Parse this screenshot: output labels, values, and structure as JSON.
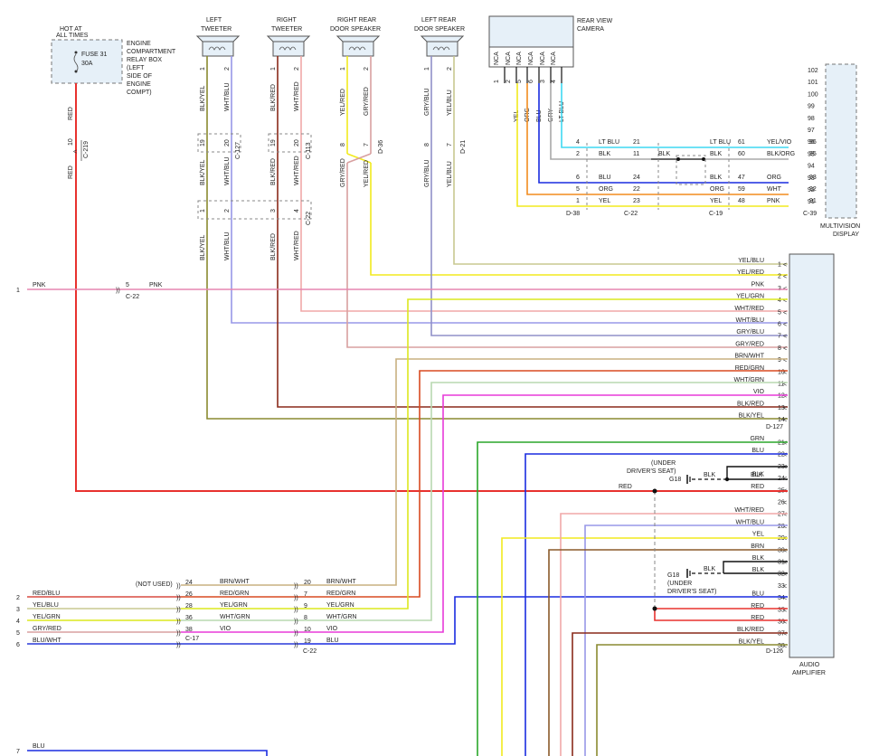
{
  "title": "",
  "components": {
    "relay_box": {
      "hot": "HOT AT ALL TIMES",
      "fuse": "FUSE 31",
      "amps": "30A",
      "name": "ENGINE COMPARTMENT RELAY BOX (LEFT SIDE OF ENGINE COMPT)"
    },
    "left_tweeter": "LEFT TWEETER",
    "right_tweeter": "RIGHT TWEETER",
    "rr_speaker": "RIGHT REAR DOOR SPEAKER",
    "lr_speaker": "LEFT REAR DOOR SPEAKER",
    "camera": "REAR VIEW CAMERA",
    "display": "MULTIVISION DISPLAY",
    "amplifier": "AUDIO AMPLIFIER",
    "ground_top": {
      "id": "G18",
      "note": "(UNDER DRIVER'S SEAT)"
    },
    "ground_bottom": {
      "id": "G18",
      "note": "(UNDER DRIVER'S SEAT)"
    },
    "not_used": "(NOT USED)"
  },
  "connectors": [
    "C-219",
    "C-127",
    "C-113",
    "D-36",
    "D-21",
    "C-22",
    "D-38",
    "C-19",
    "C-39",
    "D-127",
    "D-126",
    "C-17"
  ],
  "relay_wire": {
    "pin": "10",
    "top_color": "RED",
    "bottom_color": "RED"
  },
  "speakers": [
    {
      "id": "lt",
      "a_color": "BLK/YEL",
      "b_color": "WHT/BLU",
      "pins_top": [
        "1",
        "2"
      ],
      "pins_mid": [
        "19",
        "20"
      ],
      "pins_low": [
        "1",
        "2"
      ]
    },
    {
      "id": "rt",
      "a_color": "BLK/RED",
      "b_color": "WHT/RED",
      "pins_top": [
        "1",
        "2"
      ],
      "pins_mid": [
        "19",
        "20"
      ],
      "pins_low": [
        "3",
        "4"
      ]
    },
    {
      "id": "rr",
      "a_color": "YEL/RED",
      "b_color": "GRY/RED",
      "pins_top": [
        "1",
        "2"
      ],
      "pins_mid": [
        "8",
        "7"
      ],
      "mid_colors": [
        "GRY/RED",
        "YEL/RED"
      ]
    },
    {
      "id": "lr",
      "a_color": "GRY/BLU",
      "b_color": "YEL/BLU",
      "pins_top": [
        "1",
        "2"
      ],
      "pins_mid": [
        "8",
        "7"
      ]
    }
  ],
  "camera_pins": [
    {
      "label": "NCA",
      "pin": "1",
      "color": ""
    },
    {
      "label": "NCA",
      "pin": "2",
      "color": "YEL"
    },
    {
      "label": "NCA",
      "pin": "5",
      "color": "ORG"
    },
    {
      "label": "NCA",
      "pin": "6",
      "color": "BLU"
    },
    {
      "label": "NCA",
      "pin": "3",
      "color": "GRY"
    },
    {
      "label": "NCA",
      "pin": "4",
      "color": "LT BLU"
    }
  ],
  "camera_rows": [
    {
      "p1": "4",
      "c1": "LT BLU",
      "p2": "21",
      "c2": "LT BLU",
      "p3": "61",
      "c3": "YEL/VIO",
      "p4": "96"
    },
    {
      "p1": "2",
      "c1": "BLK",
      "p2": "11",
      "c2": "BLK",
      "c2b": "BLK",
      "p3": "60",
      "c3": "BLK/ORG",
      "p4": "95"
    },
    {
      "p1": "6",
      "c1": "BLU",
      "p2": "24",
      "c2": "BLK",
      "p3": "47",
      "c3": "ORG",
      "p4": "93"
    },
    {
      "p1": "5",
      "c1": "ORG",
      "p2": "22",
      "c2": "ORG",
      "p3": "59",
      "c3": "WHT",
      "p4": "92"
    },
    {
      "p1": "1",
      "c1": "YEL",
      "p2": "23",
      "c2": "YEL",
      "p3": "48",
      "c3": "PNK",
      "p4": "91"
    }
  ],
  "display_pins": [
    "102",
    "101",
    "100",
    "99",
    "98",
    "97",
    "96",
    "95",
    "94",
    "93",
    "92",
    "91"
  ],
  "left_pnk": {
    "num": "1",
    "c1": "PNK",
    "pin": "5",
    "c2": "PNK",
    "conn": "C-22"
  },
  "amp_pins": [
    {
      "pin": "1",
      "color": "YEL/BLU"
    },
    {
      "pin": "2",
      "color": "YEL/RED"
    },
    {
      "pin": "3",
      "color": "PNK"
    },
    {
      "pin": "4",
      "color": "YEL/GRN"
    },
    {
      "pin": "5",
      "color": "WHT/RED"
    },
    {
      "pin": "6",
      "color": "WHT/BLU"
    },
    {
      "pin": "7",
      "color": "GRY/BLU"
    },
    {
      "pin": "8",
      "color": "GRY/RED"
    },
    {
      "pin": "9",
      "color": "BRN/WHT"
    },
    {
      "pin": "10",
      "color": "RED/GRN"
    },
    {
      "pin": "11",
      "color": "WHT/GRN"
    },
    {
      "pin": "12",
      "color": "VIO"
    },
    {
      "pin": "13",
      "color": "BLK/RED"
    },
    {
      "pin": "14",
      "color": "BLK/YEL"
    },
    {
      "pin": "21",
      "color": "GRN"
    },
    {
      "pin": "22",
      "color": "BLU"
    },
    {
      "pin": "23",
      "color": ""
    },
    {
      "pin": "24",
      "color": "BLK"
    },
    {
      "pin": "25",
      "color": "RED"
    },
    {
      "pin": "26",
      "color": ""
    },
    {
      "pin": "27",
      "color": "WHT/RED"
    },
    {
      "pin": "28",
      "color": "WHT/BLU"
    },
    {
      "pin": "29",
      "color": "YEL"
    },
    {
      "pin": "30",
      "color": "BRN"
    },
    {
      "pin": "31",
      "color": "BLK"
    },
    {
      "pin": "32",
      "color": "BLK"
    },
    {
      "pin": "33",
      "color": ""
    },
    {
      "pin": "34",
      "color": "BLU"
    },
    {
      "pin": "35",
      "color": "RED"
    },
    {
      "pin": "36",
      "color": "RED"
    },
    {
      "pin": "37",
      "color": "BLK/RED"
    },
    {
      "pin": "38",
      "color": "BLK/YEL"
    }
  ],
  "g18_wires": {
    "top_left": "BLK",
    "top_right": "BLK",
    "bottom": "BLK",
    "red_label": "RED"
  },
  "left_rows": [
    {
      "num": "",
      "left": "",
      "p1": "24",
      "c1": "BRN/WHT",
      "p2": "20",
      "c2": "BRN/WHT"
    },
    {
      "num": "2",
      "left": "RED/BLU",
      "p1": "26",
      "c1": "RED/GRN",
      "p2": "7",
      "c2": "RED/GRN"
    },
    {
      "num": "3",
      "left": "YEL/BLU",
      "p1": "28",
      "c1": "YEL/GRN",
      "p2": "9",
      "c2": "YEL/GRN"
    },
    {
      "num": "4",
      "left": "YEL/GRN",
      "p1": "36",
      "c1": "WHT/GRN",
      "p2": "8",
      "c2": "WHT/GRN"
    },
    {
      "num": "5",
      "left": "GRY/RED",
      "p1": "38",
      "c1": "VIO",
      "p2": "10",
      "c2": "VIO"
    },
    {
      "num": "6",
      "left": "BLU/WHT",
      "p1": "",
      "c1": "",
      "p2": "19",
      "c2": "BLU"
    }
  ],
  "bottom_row": {
    "num": "7",
    "color": "BLU"
  },
  "wire_colors": {
    "red": "#e8322f",
    "pink": "#e685b0",
    "yellow": "#f2ea1e",
    "green": "#2aa62a",
    "blue": "#1a2ce0",
    "ltblue": "#3fd8f2",
    "orange": "#f28c1e",
    "gray": "#a8a8a8",
    "brown": "#8a5a2a",
    "violet": "#e83ad8",
    "olive": "#a8a040",
    "white_blue": "#9898e8",
    "white_red": "#f0a8a8",
    "black": "#111111",
    "gry_red": "#d8a0a0",
    "brn_white": "#c8b080",
    "red_grn": "#d84a20",
    "white_grn": "#b8d8b0",
    "blk_red": "#8a2a1a",
    "yel_grn": "#dce81e",
    "blk_yel": "#8a8a30",
    "blu_wht": "#2a3ad8",
    "yel_blu": "#b8b8a0"
  }
}
